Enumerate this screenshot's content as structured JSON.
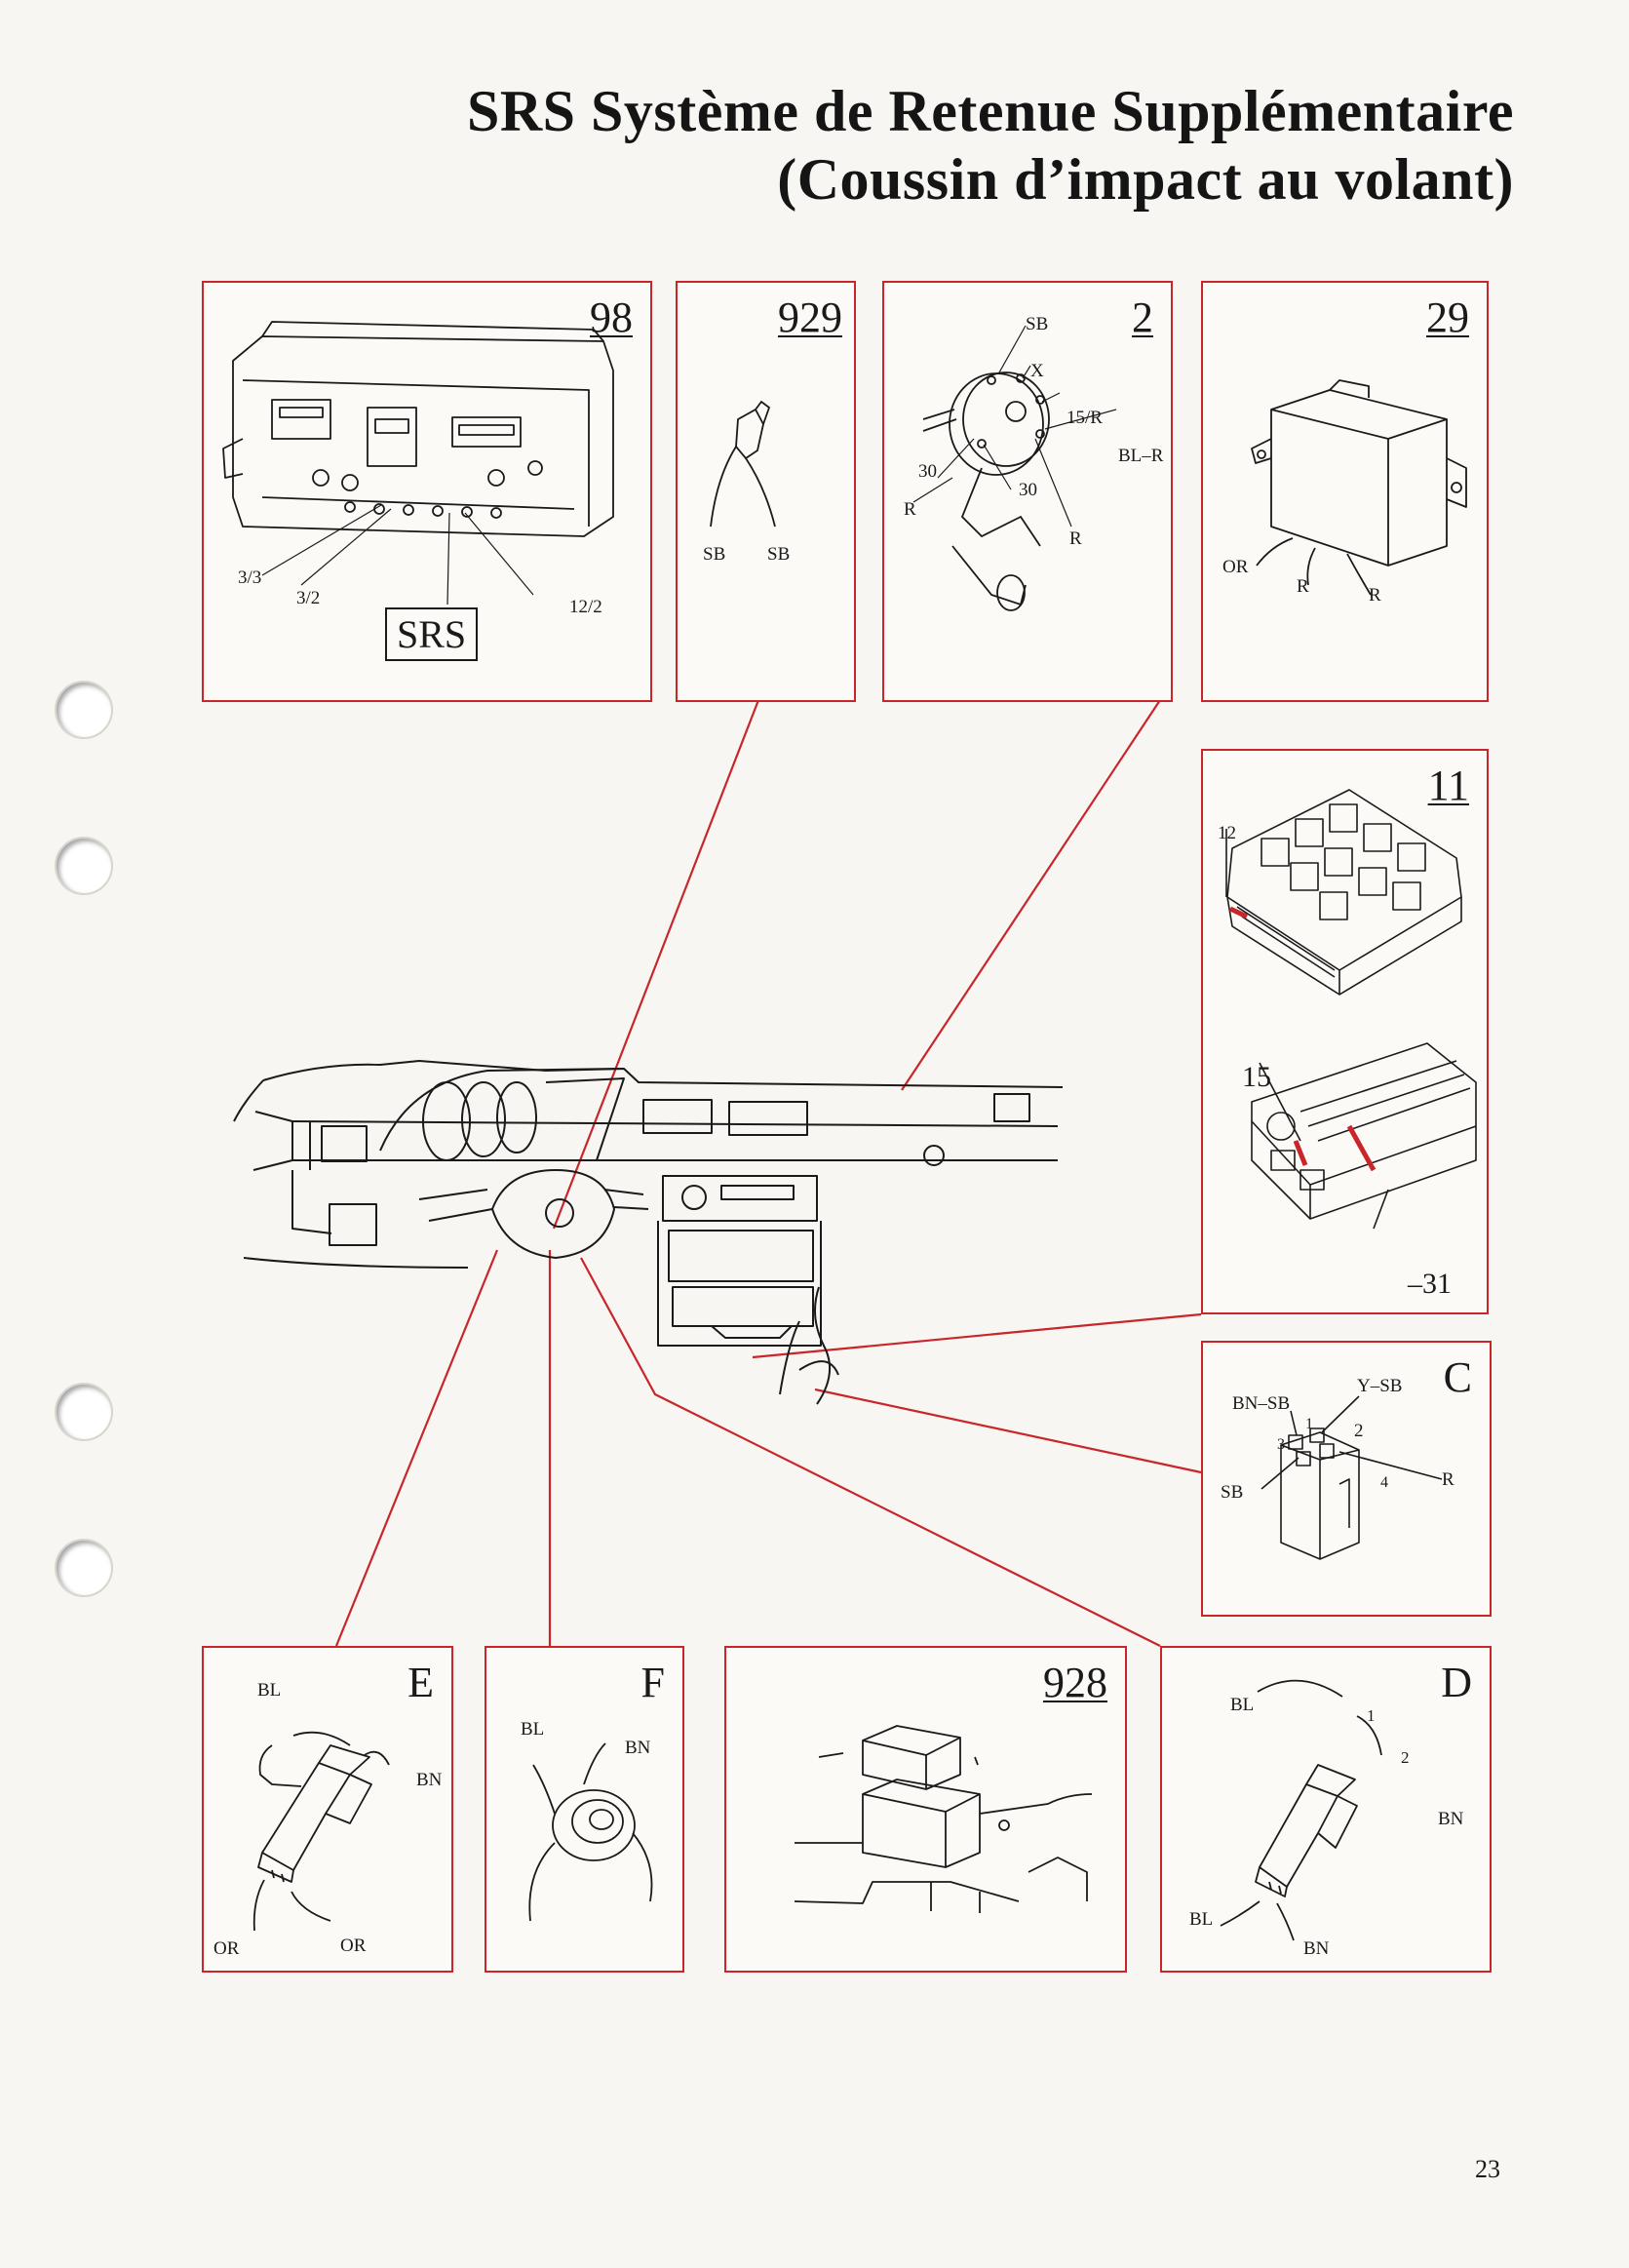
{
  "title": {
    "line1": "SRS Système de Retenue Supplémentaire",
    "line2": "(Coussin d’impact au volant)"
  },
  "panels": {
    "p98": {
      "id": "98",
      "labels": [
        "3/3",
        "3/2",
        "12/2"
      ],
      "badge": "SRS"
    },
    "p929": {
      "id": "929",
      "labels": [
        "SB",
        "SB"
      ]
    },
    "p2": {
      "id": "2",
      "labels": [
        "SB",
        "X",
        "15/R",
        "BL–R",
        "30",
        "30",
        "R",
        "R"
      ]
    },
    "p29": {
      "id": "29",
      "labels": [
        "OR",
        "R",
        "R"
      ]
    },
    "p11": {
      "id": "11",
      "labels": [
        "12",
        "15",
        "–31"
      ]
    },
    "pC": {
      "id": "C",
      "labels": [
        "BN–SB",
        "Y–SB",
        "1",
        "2",
        "3",
        "4",
        "SB",
        "R"
      ]
    },
    "pE": {
      "id": "E",
      "labels": [
        "BL",
        "BN",
        "OR",
        "OR"
      ]
    },
    "pF": {
      "id": "F",
      "labels": [
        "BL",
        "BN"
      ]
    },
    "p928": {
      "id": "928"
    },
    "pD": {
      "id": "D",
      "labels": [
        "BL",
        "1",
        "2",
        "BN",
        "BL",
        "BN"
      ]
    }
  },
  "page_number": "23",
  "colors": {
    "leader_line": "#c8262a",
    "panel_border": "#c8262a",
    "ink": "#1a1a1a"
  }
}
